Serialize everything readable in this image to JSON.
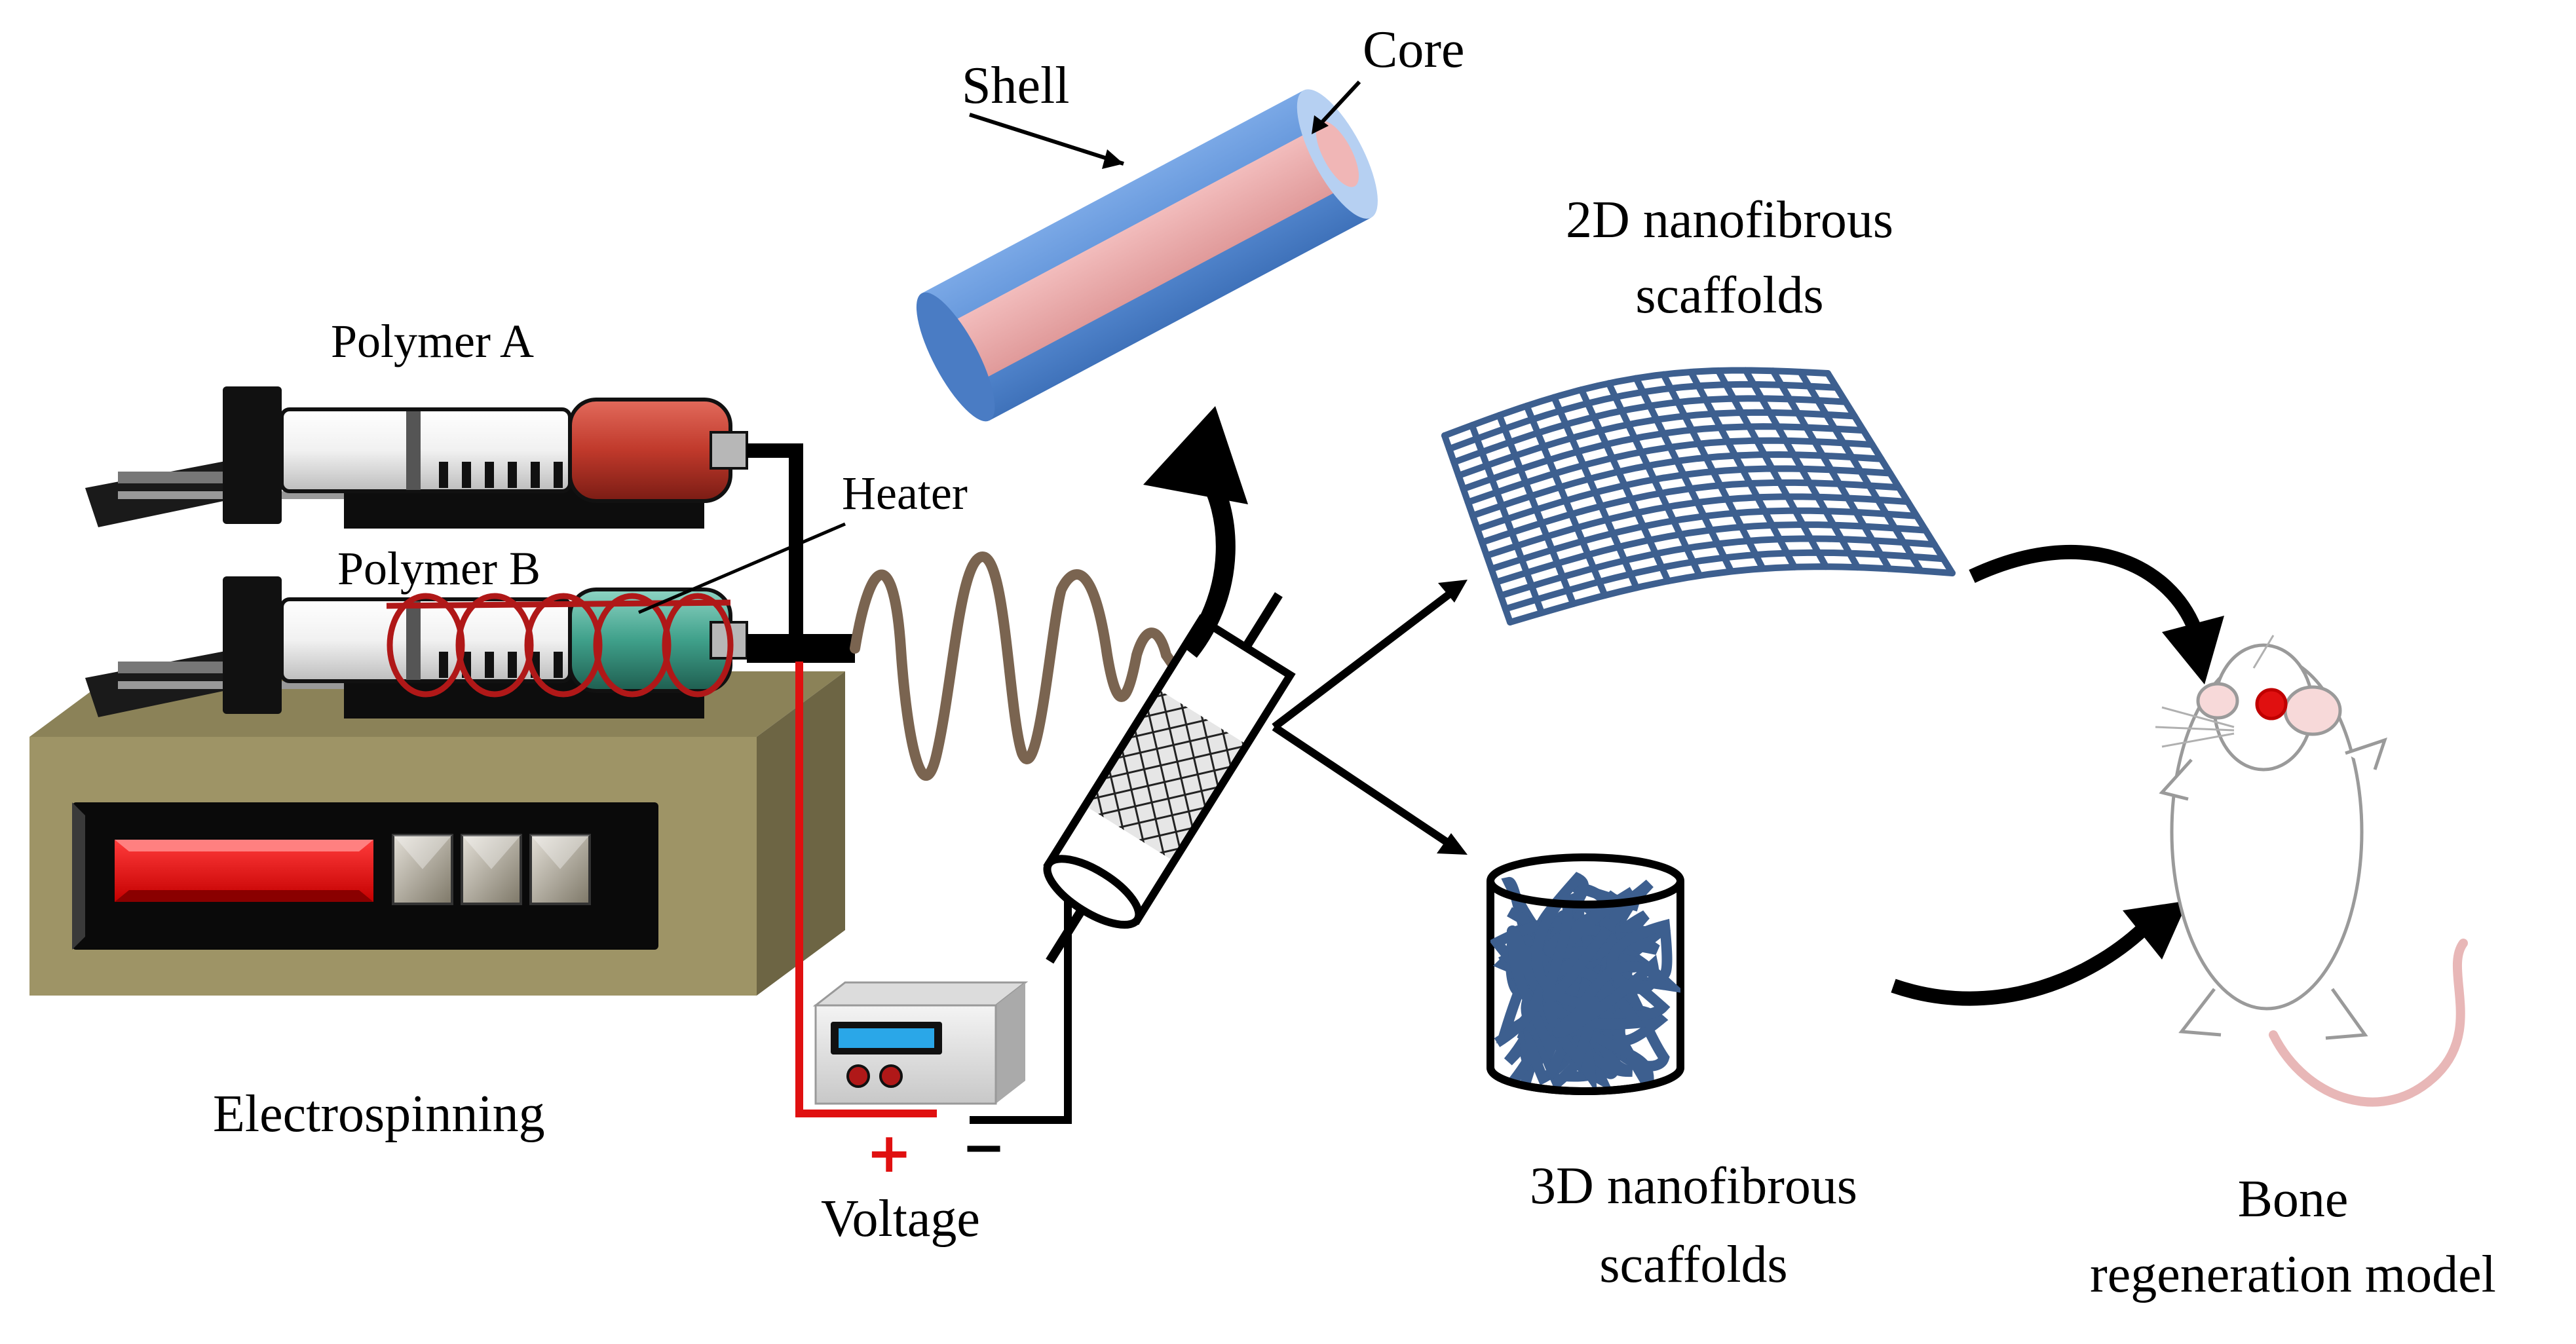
{
  "labels": {
    "shell": "Shell",
    "core": "Core",
    "polymer_a": "Polymer A",
    "polymer_b": "Polymer B",
    "heater": "Heater",
    "electrospinning": "Electrospinning",
    "voltage": "Voltage",
    "plus": "+",
    "minus": "−",
    "scaffold_2d_line1": "2D nanofibrous",
    "scaffold_2d_line2": "scaffolds",
    "scaffold_3d_line1": "3D nanofibrous",
    "scaffold_3d_line2": "scaffolds",
    "bone_line1": "Bone",
    "bone_line2": "regeneration model"
  },
  "colors": {
    "shell": "#5b8fd6",
    "core": "#e8a4a4",
    "polymer_a": "#c0392b",
    "polymer_b": "#3fa08a",
    "heater_coil": "#b01818",
    "fiber_jet": "#7a6450",
    "scaffold_fiber": "#3d5f8f",
    "pump_body": "#9e9466",
    "display": "#e01010",
    "positive_wire": "#e01010",
    "mouse_eye": "#e01010"
  },
  "icons": {
    "pump": "syringe-pump-icon",
    "syringe_a": "syringe-icon",
    "syringe_b": "syringe-icon",
    "heater": "heating-coil-icon",
    "nozzle": "coaxial-nozzle-icon",
    "fiber_core_shell": "core-shell-fiber-icon",
    "power_supply": "high-voltage-supply-icon",
    "mesh_2d": "aligned-mesh-icon",
    "scaffold_3d": "random-fiber-cylinder-icon",
    "mouse": "rat-icon"
  }
}
